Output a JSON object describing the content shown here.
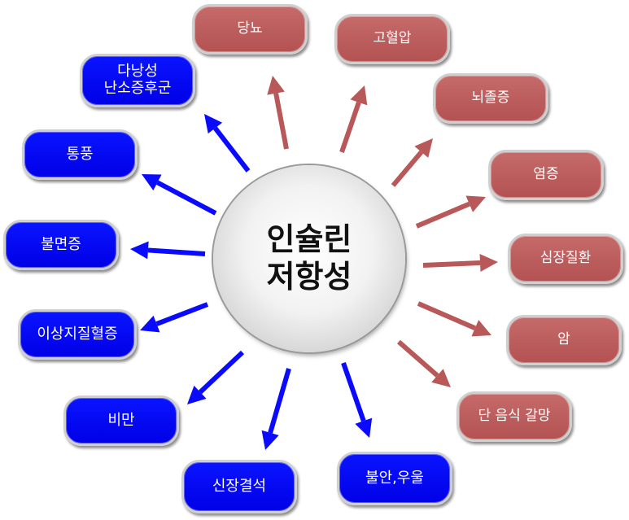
{
  "center": {
    "label": "인슐린\n저항성"
  },
  "colors": {
    "red": "#b85858",
    "blue": "#0a0aff"
  },
  "nodes_red": [
    {
      "id": "diabetes",
      "label": "당뇨"
    },
    {
      "id": "hypertension",
      "label": "고혈압"
    },
    {
      "id": "stroke",
      "label": "뇌졸증"
    },
    {
      "id": "inflammation",
      "label": "염증"
    },
    {
      "id": "heart-disease",
      "label": "심장질환"
    },
    {
      "id": "cancer",
      "label": "암"
    },
    {
      "id": "sweet-craving",
      "label": "단 음식 갈망"
    }
  ],
  "nodes_blue": [
    {
      "id": "pcos",
      "label": "다낭성\n난소증후군"
    },
    {
      "id": "gout",
      "label": "통풍"
    },
    {
      "id": "insomnia",
      "label": "불면증"
    },
    {
      "id": "dyslipidemia",
      "label": "이상지질혈증"
    },
    {
      "id": "obesity",
      "label": "비만"
    },
    {
      "id": "kidney-stone",
      "label": "신장결석"
    },
    {
      "id": "anxiety-depression",
      "label": "불안,우울"
    }
  ]
}
